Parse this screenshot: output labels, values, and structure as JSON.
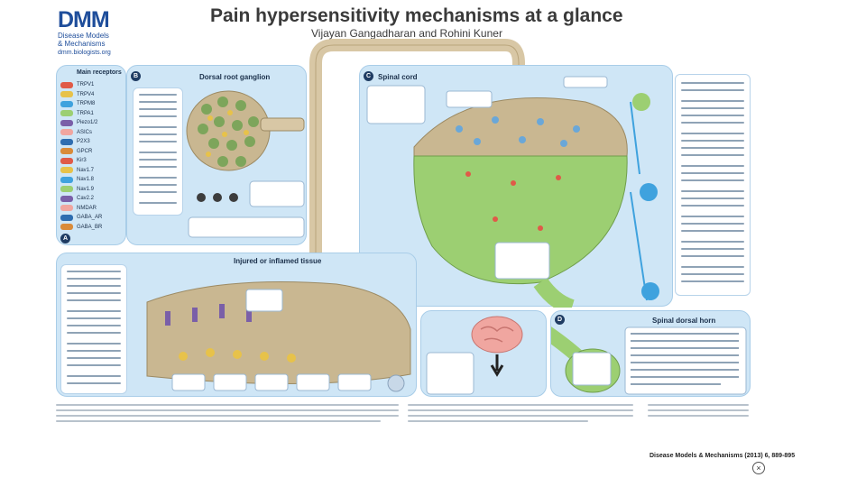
{
  "header": {
    "logo_main": "DMM",
    "logo_line1": "Disease Models",
    "logo_line2": "& Mechanisms",
    "logo_url": "dmm.biologists.org",
    "title": "Pain hypersensitivity mechanisms at a glance",
    "authors": "Vijayan Gangadharan and Rohini Kuner"
  },
  "panels": {
    "receptors": {
      "heading": "Main receptors",
      "badge": "A"
    },
    "drg": {
      "heading": "Dorsal root ganglion",
      "badge": "B"
    },
    "spinal_cord": {
      "heading": "Spinal cord",
      "badge": "C"
    },
    "injured": {
      "heading": "Injured or inflamed tissue"
    },
    "dorsal_horn": {
      "heading": "Spinal dorsal horn",
      "badge": "D"
    }
  },
  "receptor_list": [
    "TRPV1",
    "TRPV4",
    "TRPM8",
    "TRPA1",
    "Piezo1/2",
    "ASICs",
    "P2X3",
    "GPCR",
    "Kir3",
    "Nav1.7",
    "Nav1.8",
    "Nav1.9",
    "Cav2.2",
    "NMDAR",
    "GABA_AR",
    "GABA_BR"
  ],
  "colors": {
    "panel": "#cfe6f6",
    "nerve": "#d8c7a5",
    "tissue": "#c9b791",
    "glia": "#9ccf72",
    "neuron": "#3fa2de",
    "brain": "#f0a6a0"
  },
  "footer": {
    "journal": "Disease Models & Mechanisms (2013) 6, 889-895"
  }
}
